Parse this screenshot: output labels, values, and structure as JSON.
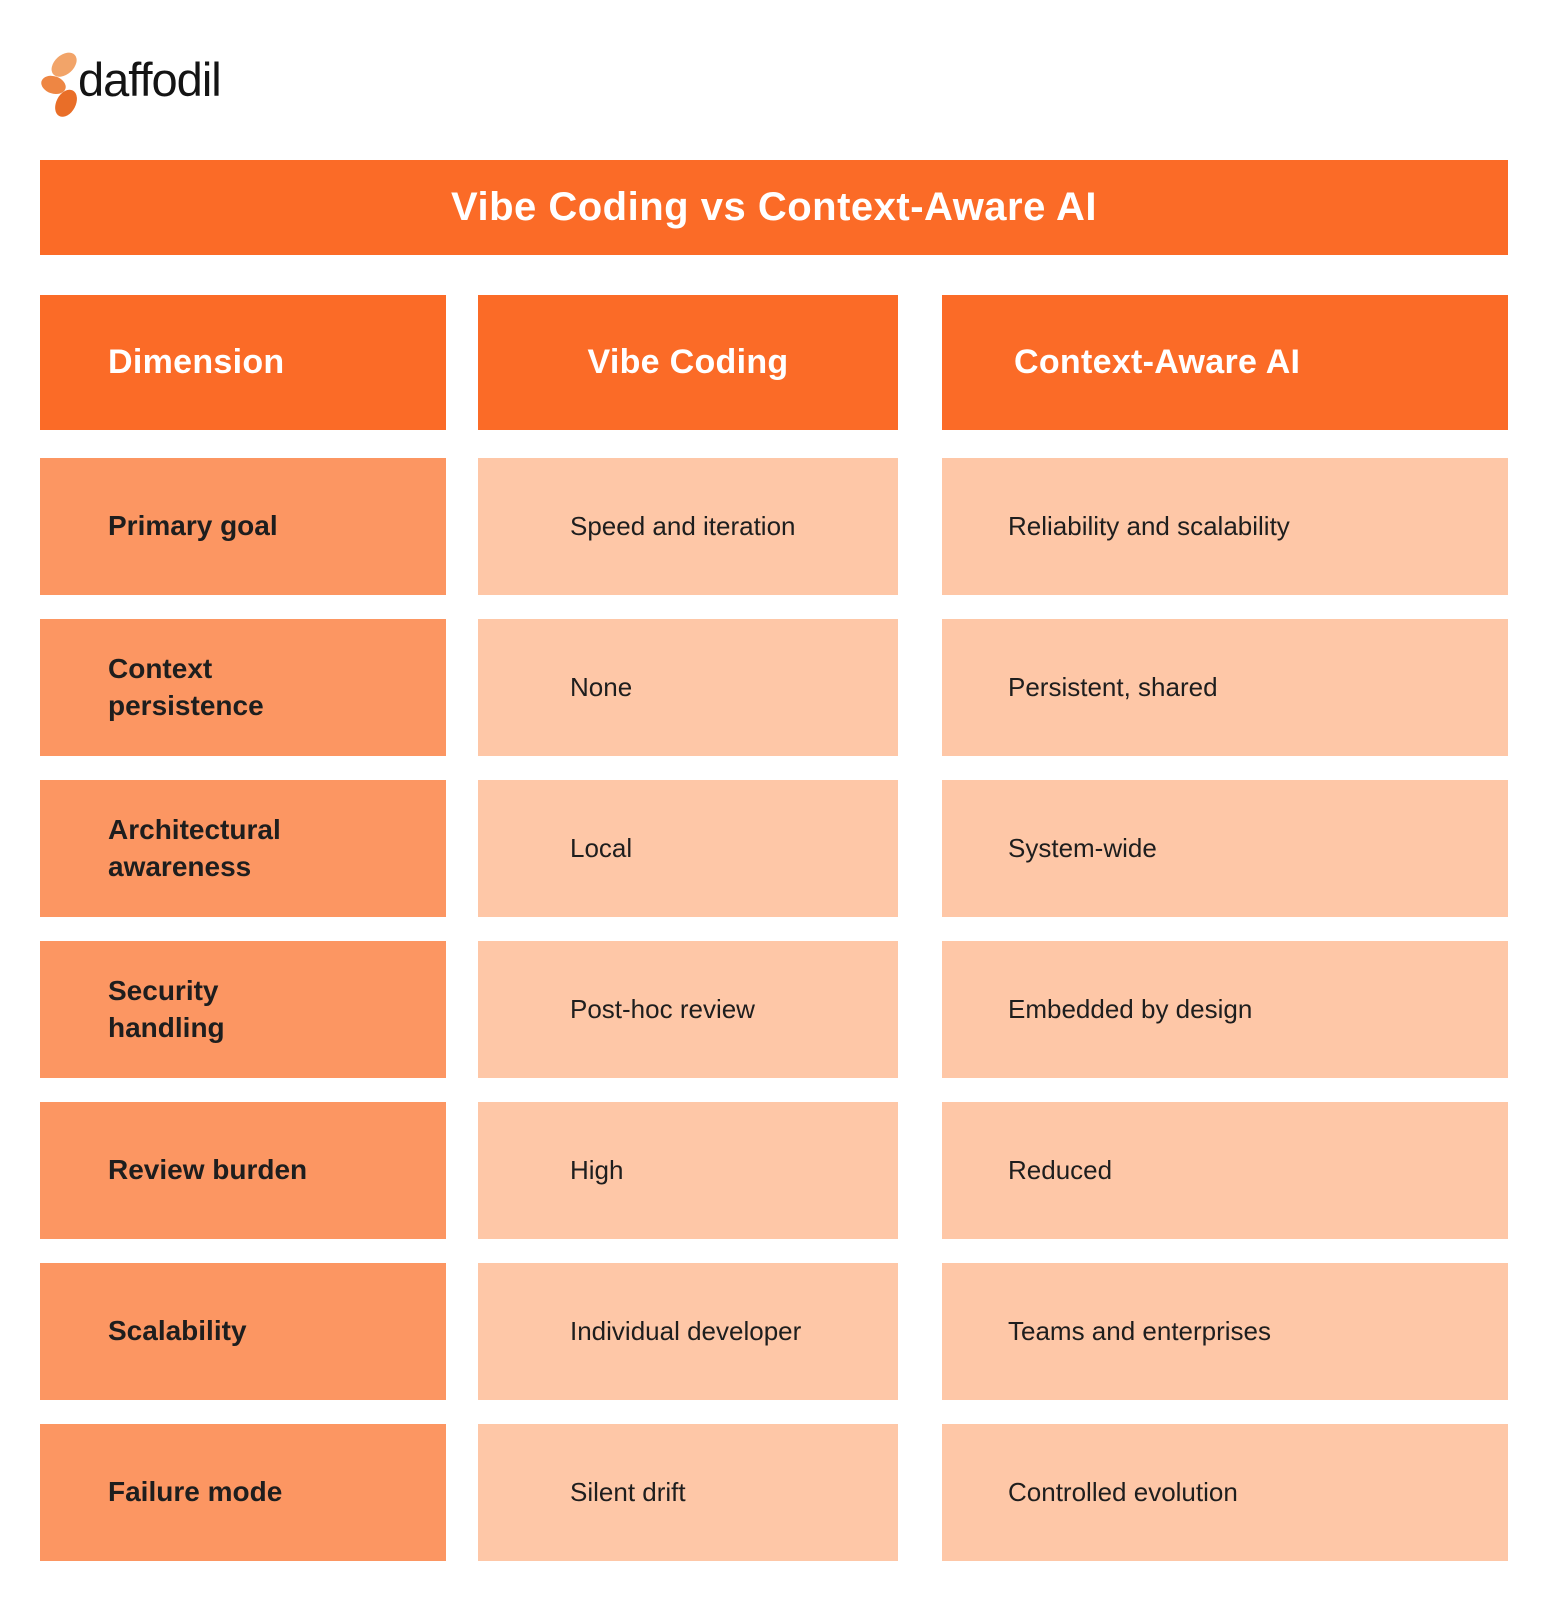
{
  "logo": {
    "text": "daffodil"
  },
  "title": "Vibe Coding vs Context-Aware AI",
  "colors": {
    "accent_orange": "#fb6b27",
    "dimension_orange": "#fc9662",
    "cell_peach": "#fec7a7",
    "text_dark": "#1e1e1e",
    "logo_black": "#141414",
    "page_white": "#ffffff",
    "logo_petal_light": "#f2a469",
    "logo_petal_mid": "#ee8643",
    "logo_petal_dark": "#e96e28"
  },
  "table": {
    "headers": [
      "Dimension",
      "Vibe Coding",
      "Context-Aware AI"
    ],
    "rows": [
      {
        "dimension": "Primary goal",
        "vibe_coding": "Speed and iteration",
        "context_aware_ai": "Reliability and scalability"
      },
      {
        "dimension": "Context persistence",
        "vibe_coding": "None",
        "context_aware_ai": "Persistent, shared"
      },
      {
        "dimension": "Architectural awareness",
        "vibe_coding": "Local",
        "context_aware_ai": "System-wide"
      },
      {
        "dimension": "Security handling",
        "vibe_coding": "Post-hoc review",
        "context_aware_ai": "Embedded by design"
      },
      {
        "dimension": "Review burden",
        "vibe_coding": "High",
        "context_aware_ai": "Reduced"
      },
      {
        "dimension": "Scalability",
        "vibe_coding": "Individual developer",
        "context_aware_ai": "Teams and enterprises"
      },
      {
        "dimension": "Failure mode",
        "vibe_coding": "Silent drift",
        "context_aware_ai": "Controlled evolution"
      }
    ]
  }
}
